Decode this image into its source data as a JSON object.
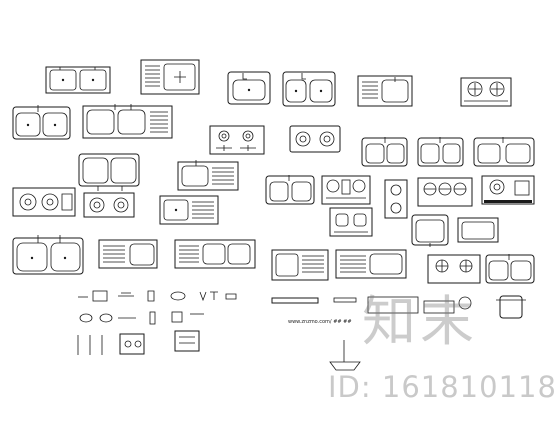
{
  "drawing": {
    "site_label": "www.znzmo.com/ ## ##",
    "watermark_text": "知末",
    "watermark_id": "ID: 161810118"
  },
  "colors": {
    "background": "#ffffff",
    "line": "#1a1a1a",
    "watermark": "#787878"
  }
}
